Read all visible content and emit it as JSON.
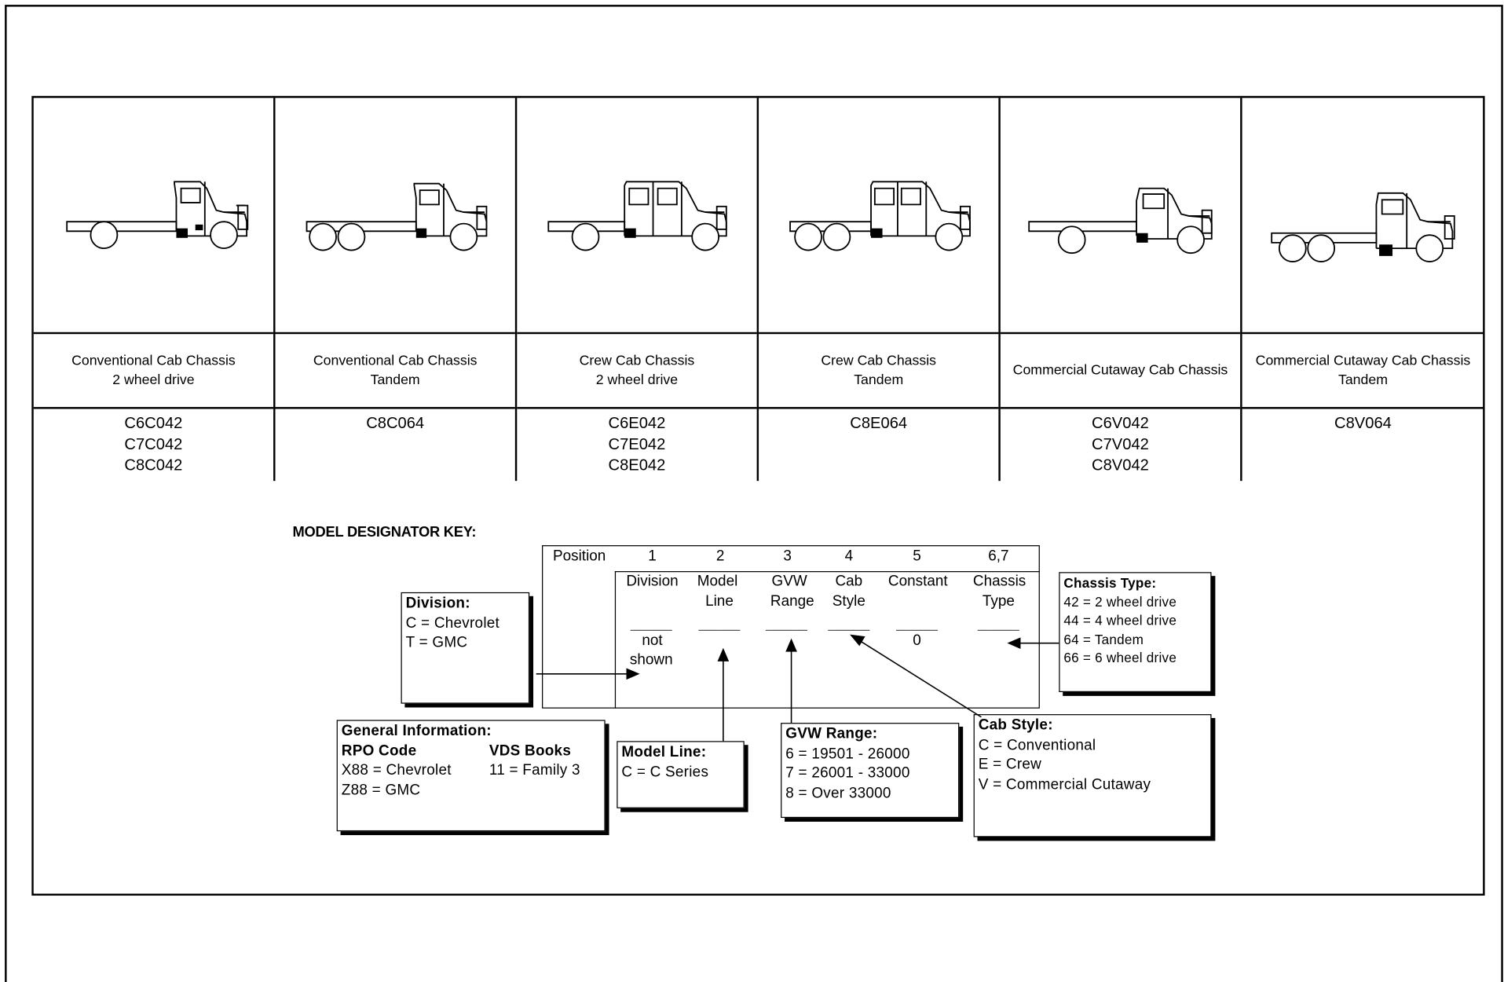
{
  "trucks": [
    {
      "line1": "Conventional Cab Chassis",
      "line2": "2 wheel drive",
      "codes": [
        "C6C042",
        "C7C042",
        "C8C042"
      ]
    },
    {
      "line1": "Conventional Cab Chassis",
      "line2": "Tandem",
      "codes": [
        "C8C064"
      ]
    },
    {
      "line1": "Crew Cab Chassis",
      "line2": "2 wheel drive",
      "codes": [
        "C6E042",
        "C7E042",
        "C8E042"
      ]
    },
    {
      "line1": "Crew Cab Chassis",
      "line2": "Tandem",
      "codes": [
        "C8E064"
      ]
    },
    {
      "line1": "Commercial Cutaway Cab Chassis",
      "line2": "",
      "codes": [
        "C6V042",
        "C7V042",
        "C8V042"
      ]
    },
    {
      "line1": "Commercial Cutaway Cab Chassis",
      "line2": "Tandem",
      "codes": [
        "C8V064"
      ]
    }
  ],
  "key": {
    "title": "MODEL DESIGNATOR KEY:",
    "position_label": "Position",
    "positions": [
      "1",
      "2",
      "3",
      "4",
      "5",
      "6,7"
    ],
    "fields": [
      {
        "line1": "Division",
        "line2": "",
        "value1": "not",
        "value2": "shown"
      },
      {
        "line1": "Model",
        "line2": "Line",
        "value1": "",
        "value2": ""
      },
      {
        "line1": "GVW",
        "line2": "Range",
        "value1": "",
        "value2": ""
      },
      {
        "line1": "Cab",
        "line2": "Style",
        "value1": "",
        "value2": ""
      },
      {
        "line1": "Constant",
        "line2": "",
        "value1": "0",
        "value2": ""
      },
      {
        "line1": "Chassis",
        "line2": "Type",
        "value1": "",
        "value2": ""
      }
    ],
    "blank": "_____"
  },
  "division": {
    "title": "Division:",
    "lines": [
      "C = Chevrolet",
      "T = GMC"
    ]
  },
  "general": {
    "title": "General Information:",
    "rpo_header": "RPO Code",
    "vds_header": "VDS Books",
    "rpo": [
      "X88 = Chevrolet",
      "Z88 = GMC"
    ],
    "vds": [
      "11 = Family 3"
    ]
  },
  "model_line": {
    "title": "Model Line:",
    "lines": [
      "C = C Series"
    ]
  },
  "gvw": {
    "title": "GVW Range:",
    "lines": [
      "6 = 19501 - 26000",
      "7 = 26001 - 33000",
      "8 = Over 33000"
    ]
  },
  "cab_style": {
    "title": "Cab Style:",
    "lines": [
      "C = Conventional",
      "E = Crew",
      "V = Commercial Cutaway"
    ]
  },
  "chassis_type": {
    "title": "Chassis Type:",
    "lines": [
      "42 = 2 wheel drive",
      "44 = 4 wheel drive",
      "64 = Tandem",
      "66 = 6 wheel drive"
    ]
  }
}
